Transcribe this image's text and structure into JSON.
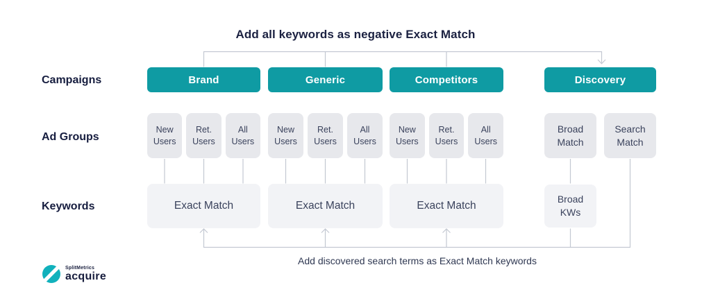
{
  "title": "Add all keywords as negative Exact Match",
  "bottom_caption": "Add discovered search terms as Exact Match keywords",
  "row_labels": {
    "campaigns": "Campaigns",
    "ad_groups": "Ad Groups",
    "keywords": "Keywords"
  },
  "columns": [
    {
      "campaign": "Brand",
      "ad_groups": [
        "New\nUsers",
        "Ret.\nUsers",
        "All\nUsers"
      ],
      "keyword": "Exact Match"
    },
    {
      "campaign": "Generic",
      "ad_groups": [
        "New\nUsers",
        "Ret.\nUsers",
        "All\nUsers"
      ],
      "keyword": "Exact Match"
    },
    {
      "campaign": "Competitors",
      "ad_groups": [
        "New\nUsers",
        "Ret.\nUsers",
        "All\nUsers"
      ],
      "keyword": "Exact Match"
    },
    {
      "campaign": "Discovery",
      "ad_groups": [
        "Broad\nMatch",
        "Search\nMatch"
      ],
      "keyword": "Broad\nKWs"
    }
  ],
  "logo": {
    "company": "SplitMetrics",
    "product": "acquire"
  },
  "colors": {
    "campaign_teal": "#0F9BA3",
    "title_navy": "#1B2141",
    "box_text_navy": "#3A425C",
    "ad_box_gray": "#E7E8EC",
    "keyword_box_gray": "#F2F3F6",
    "connector_line_gray": "#C3C8D2",
    "logo_teal": "#11B1BC"
  }
}
